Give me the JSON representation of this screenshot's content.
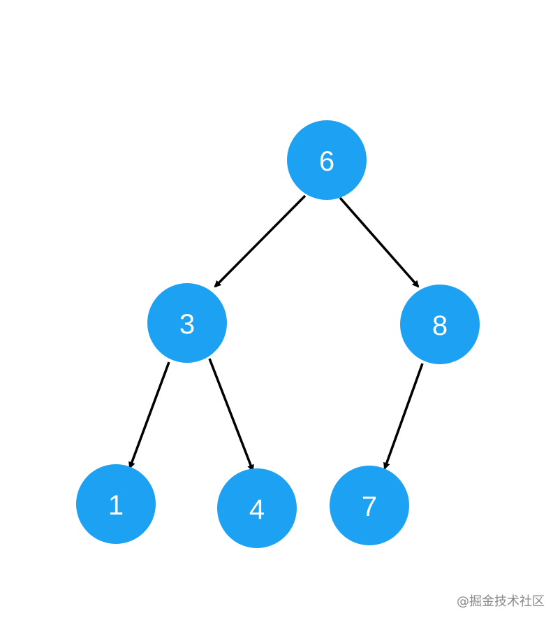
{
  "diagram": {
    "node_color": "#1DA1F2",
    "node_text_color": "#FFFFFF",
    "edge_color": "#000000",
    "nodes": [
      {
        "id": "n6",
        "label": "6"
      },
      {
        "id": "n3",
        "label": "3"
      },
      {
        "id": "n8",
        "label": "8"
      },
      {
        "id": "n1",
        "label": "1"
      },
      {
        "id": "n4",
        "label": "4"
      },
      {
        "id": "n7",
        "label": "7"
      }
    ],
    "edges": [
      {
        "from": "n6",
        "to": "n3"
      },
      {
        "from": "n6",
        "to": "n8"
      },
      {
        "from": "n3",
        "to": "n1"
      },
      {
        "from": "n3",
        "to": "n4"
      },
      {
        "from": "n8",
        "to": "n7"
      }
    ]
  },
  "watermark": {
    "text": "@掘金技术社区"
  }
}
